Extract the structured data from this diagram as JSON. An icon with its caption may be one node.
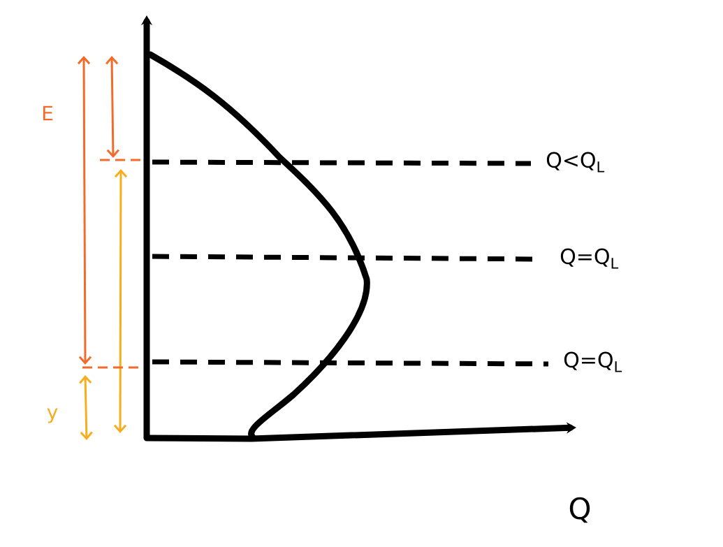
{
  "diagram": {
    "labels": [
      "Q<Q$_{L}$",
      "Q=Q$_{L}$",
      "Q=Q$_{L}$",
      "E",
      "y",
      "Q"
    ]
  }
}
